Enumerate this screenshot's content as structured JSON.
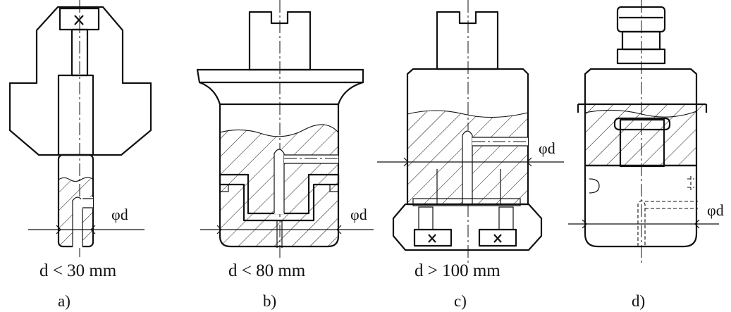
{
  "figure": {
    "panels": [
      {
        "id": "a",
        "condition": "d < 30 mm",
        "letter": "a)",
        "dimension": "φd"
      },
      {
        "id": "b",
        "condition": "d < 80 mm",
        "letter": "b)",
        "dimension": "φd"
      },
      {
        "id": "c",
        "condition": "d > 100 mm",
        "letter": "c)",
        "dimension": "φd"
      },
      {
        "id": "d",
        "condition": "",
        "letter": "d)",
        "dimension": "φd"
      }
    ]
  }
}
